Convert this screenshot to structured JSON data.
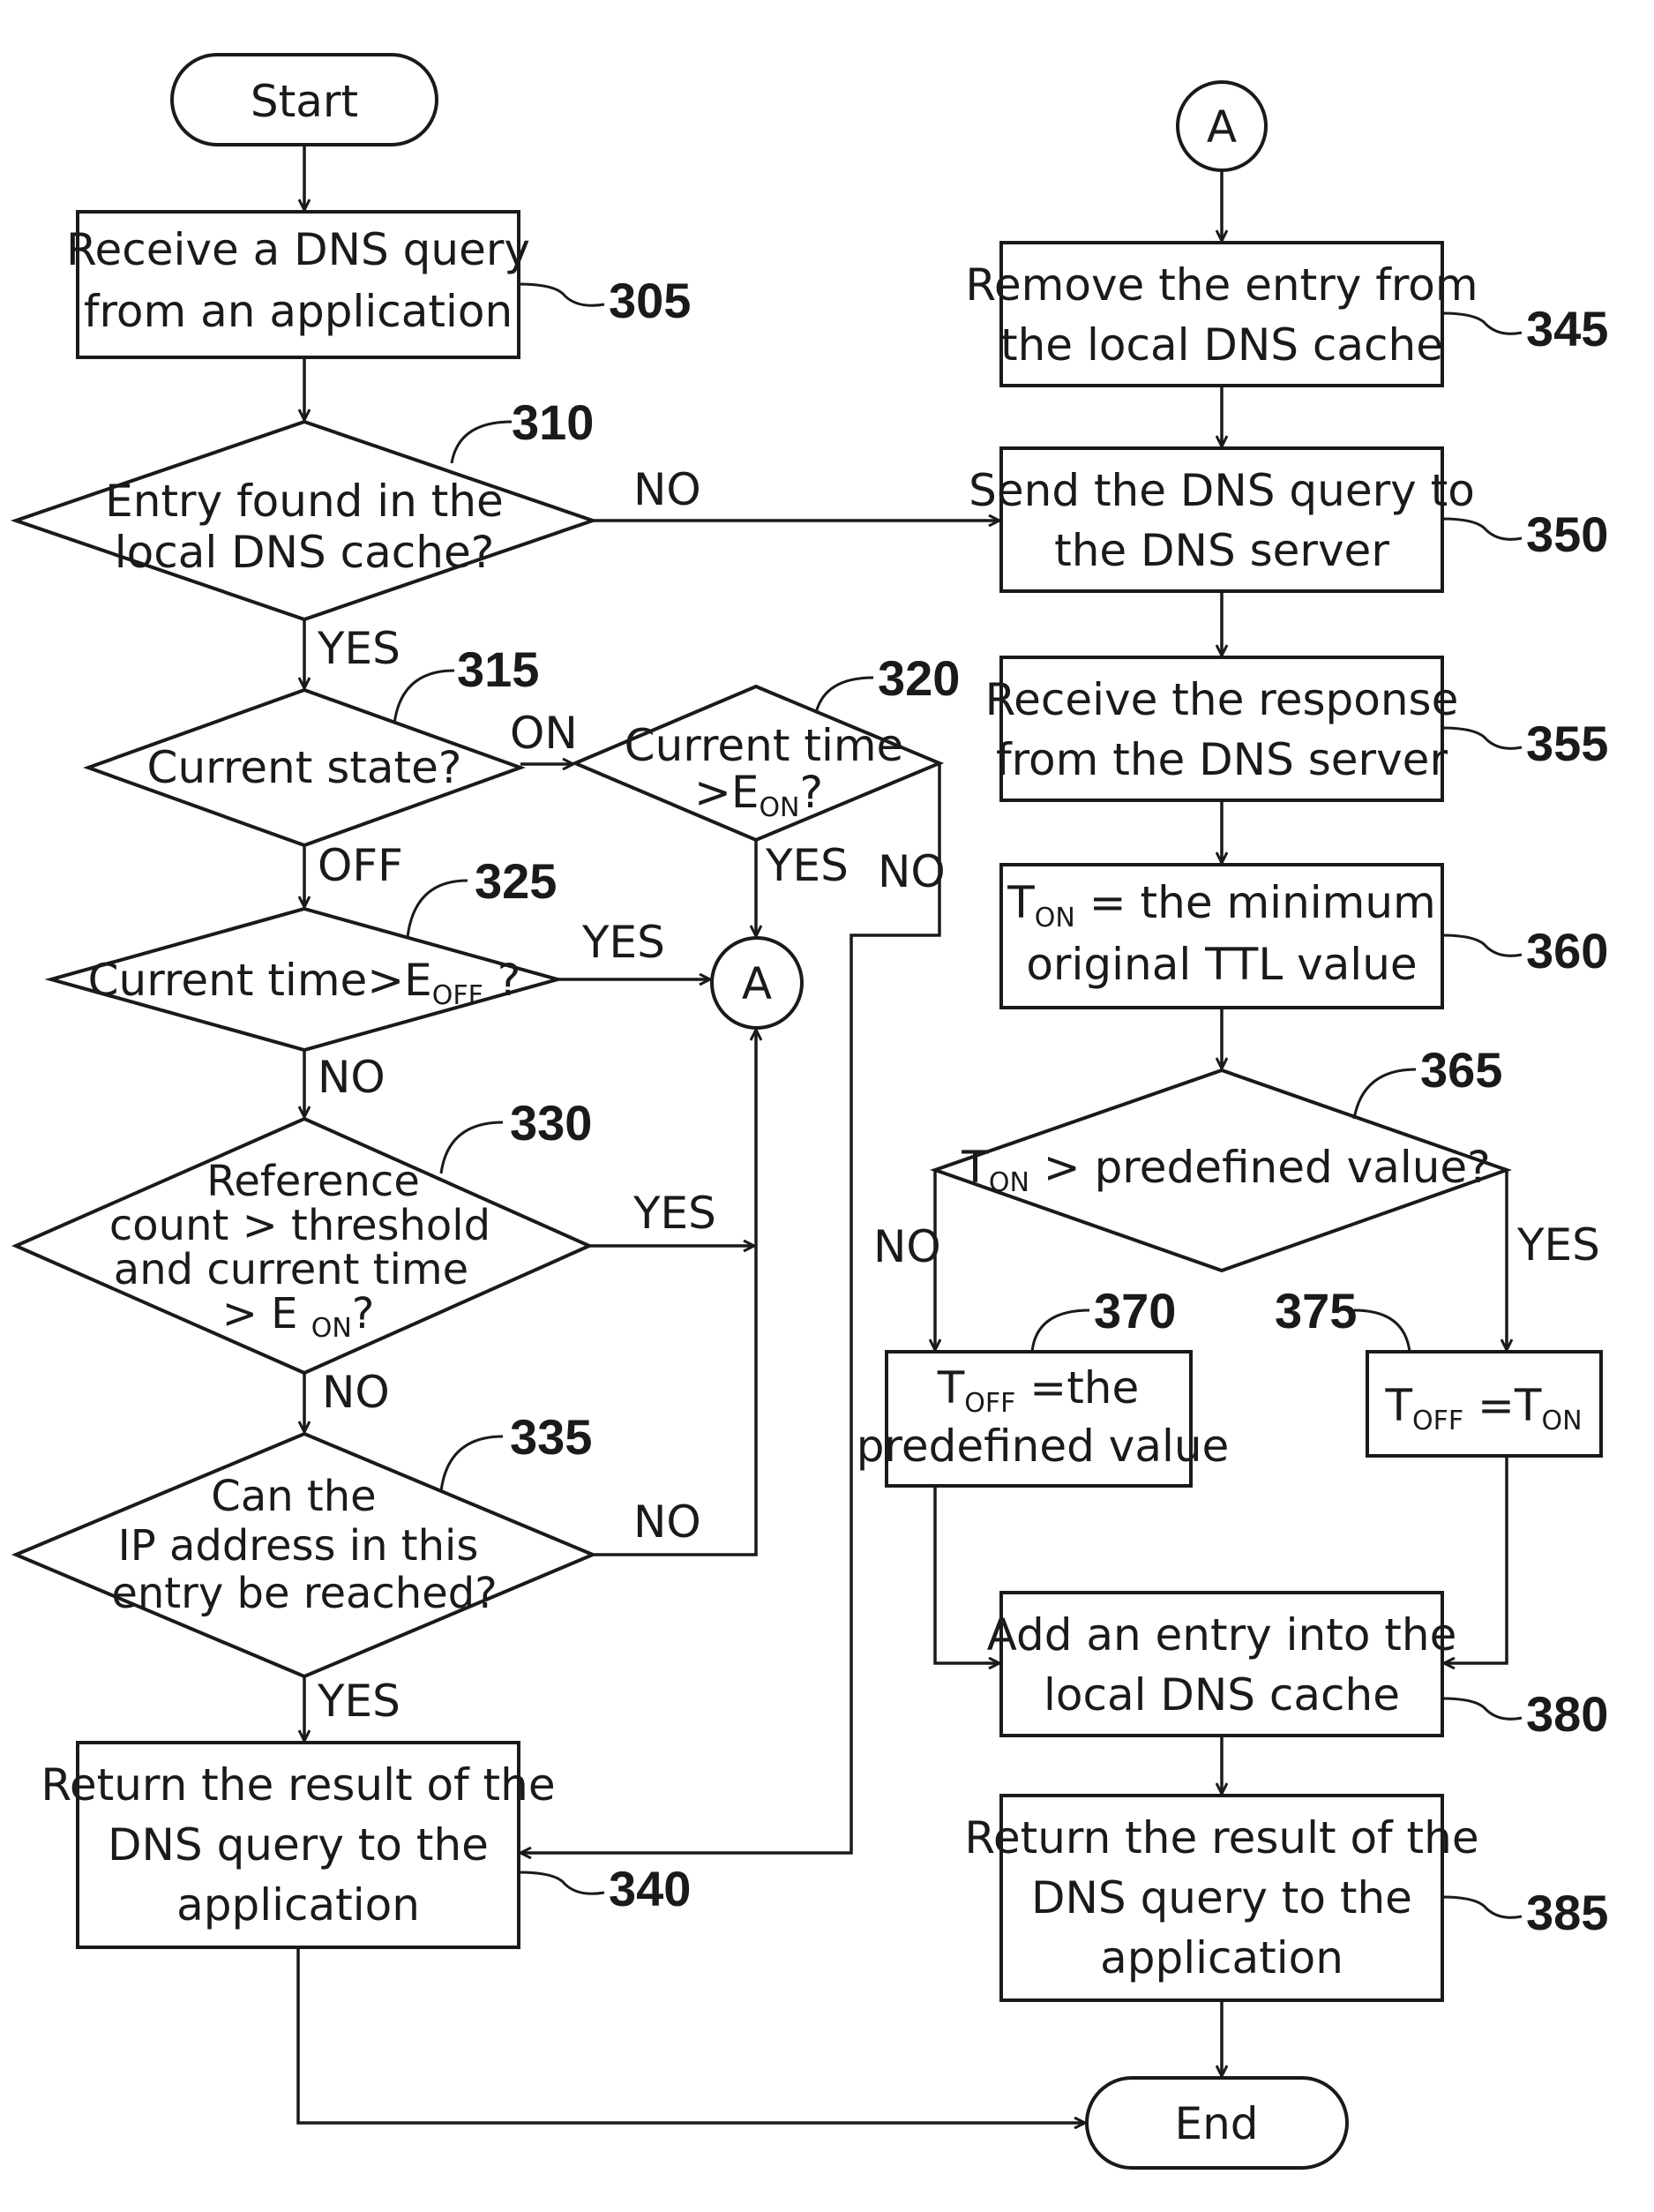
{
  "terminals": {
    "start": "Start",
    "end": "End"
  },
  "connectors": {
    "a": "A"
  },
  "steps": {
    "s305": {
      "number": "305",
      "line1": "Receive a DNS query",
      "line2": "from an application"
    },
    "s310": {
      "number": "310",
      "line1": "Entry found in the",
      "line2": "local DNS cache?"
    },
    "s315": {
      "number": "315",
      "line1": "Current state?"
    },
    "s320": {
      "number": "320",
      "line1": "Current time",
      "line2_prefix": ">E",
      "line2_sub": "ON",
      "line2_suffix": "?"
    },
    "s325": {
      "number": "325",
      "line1_prefix": "Current time>E",
      "line1_sub": "OFF",
      "line1_suffix": " ?"
    },
    "s330": {
      "number": "330",
      "line1": "Reference",
      "line2": "count > threshold",
      "line3": "and current time",
      "line4_prefix": "> E ",
      "line4_sub": "ON",
      "line4_suffix": "?"
    },
    "s335": {
      "number": "335",
      "line1": "Can the",
      "line2": "IP address in this",
      "line3": "entry be reached?"
    },
    "s340": {
      "number": "340",
      "line1": "Return the result of the",
      "line2": "DNS query to the",
      "line3": "application"
    },
    "s345": {
      "number": "345",
      "line1": "Remove the entry from",
      "line2": "the local DNS cache"
    },
    "s350": {
      "number": "350",
      "line1": "Send the DNS query to",
      "line2": "the DNS server"
    },
    "s355": {
      "number": "355",
      "line1": "Receive the response",
      "line2": "from the DNS server"
    },
    "s360": {
      "number": "360",
      "line1_prefix": "T",
      "line1_sub": "ON",
      "line1_suffix": " = the minimum",
      "line2": "original TTL value"
    },
    "s365": {
      "number": "365",
      "line1_prefix": "T",
      "line1_sub": "ON",
      "line1_suffix": " > predefined value?"
    },
    "s370": {
      "number": "370",
      "line1_prefix": "T",
      "line1_sub": "OFF",
      "line1_suffix": " =the",
      "line2": "predefined value"
    },
    "s375": {
      "number": "375",
      "line1_prefix": "T",
      "line1_sub": "OFF",
      "line1_mid": " =T",
      "line1_sub2": "ON"
    },
    "s380": {
      "number": "380",
      "line1": "Add an entry into the",
      "line2": "local DNS cache"
    },
    "s385": {
      "number": "385",
      "line1": "Return the result of the",
      "line2": "DNS query to the",
      "line3": "application"
    }
  },
  "edge_labels": {
    "s310_no": "NO",
    "s310_yes": "YES",
    "s315_on": "ON",
    "s315_off": "OFF",
    "s320_yes": "YES",
    "s320_no": "NO",
    "s325_yes": "YES",
    "s325_no": "NO",
    "s330_yes": "YES",
    "s330_no": "NO",
    "s335_no": "NO",
    "s335_yes": "YES",
    "s365_no": "NO",
    "s365_yes": "YES"
  }
}
